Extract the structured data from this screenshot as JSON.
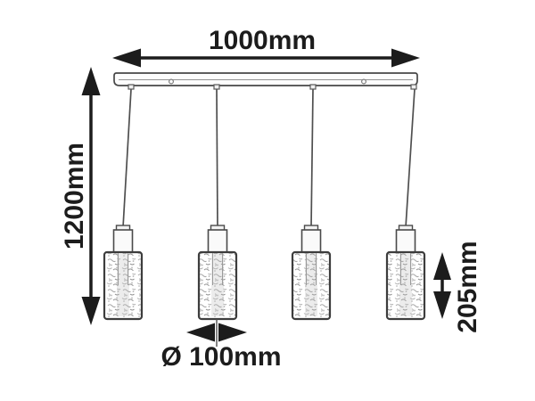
{
  "page": {
    "background": "#ffffff",
    "ink_color": "#1c1c1c"
  },
  "diagram": {
    "subject": "pendant-light-fixture",
    "lamp_count": 4,
    "labels": {
      "width": "1000mm",
      "height": "1200mm",
      "shade_height": "205mm",
      "shade_diameter": "Ø 100mm"
    }
  }
}
